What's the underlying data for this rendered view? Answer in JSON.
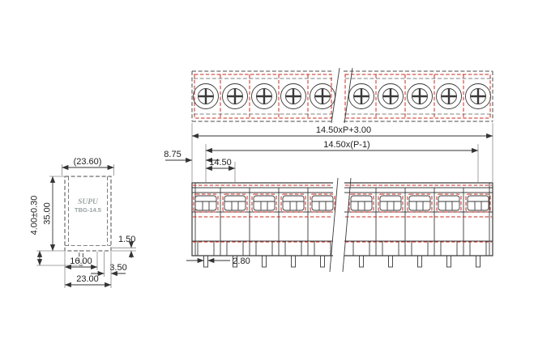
{
  "drawing": {
    "type": "terminal-block dimensional drawing",
    "logo": {
      "line1": "SUPU",
      "line2": "TBG-14.5"
    },
    "dims": {
      "ref_width": "(23.60)",
      "body_height": "35.00",
      "pin_length": "4.00±0.30",
      "slot_width": "16.00",
      "body_width": "23.00",
      "flange_thickness": "1.50",
      "pin_offset": "3.50",
      "overall_length": "14.50xP+3.00",
      "pin_span": "14.50x(P-1)",
      "end_margin": "8.75",
      "pitch": "14.50",
      "pin_width": "2.80"
    },
    "colors": {
      "line": "#3a3a3a",
      "phantom_red": "#c8281e",
      "text": "#1e1e1e",
      "logo_text": "#9aa3a3",
      "background": "#ffffff"
    }
  }
}
